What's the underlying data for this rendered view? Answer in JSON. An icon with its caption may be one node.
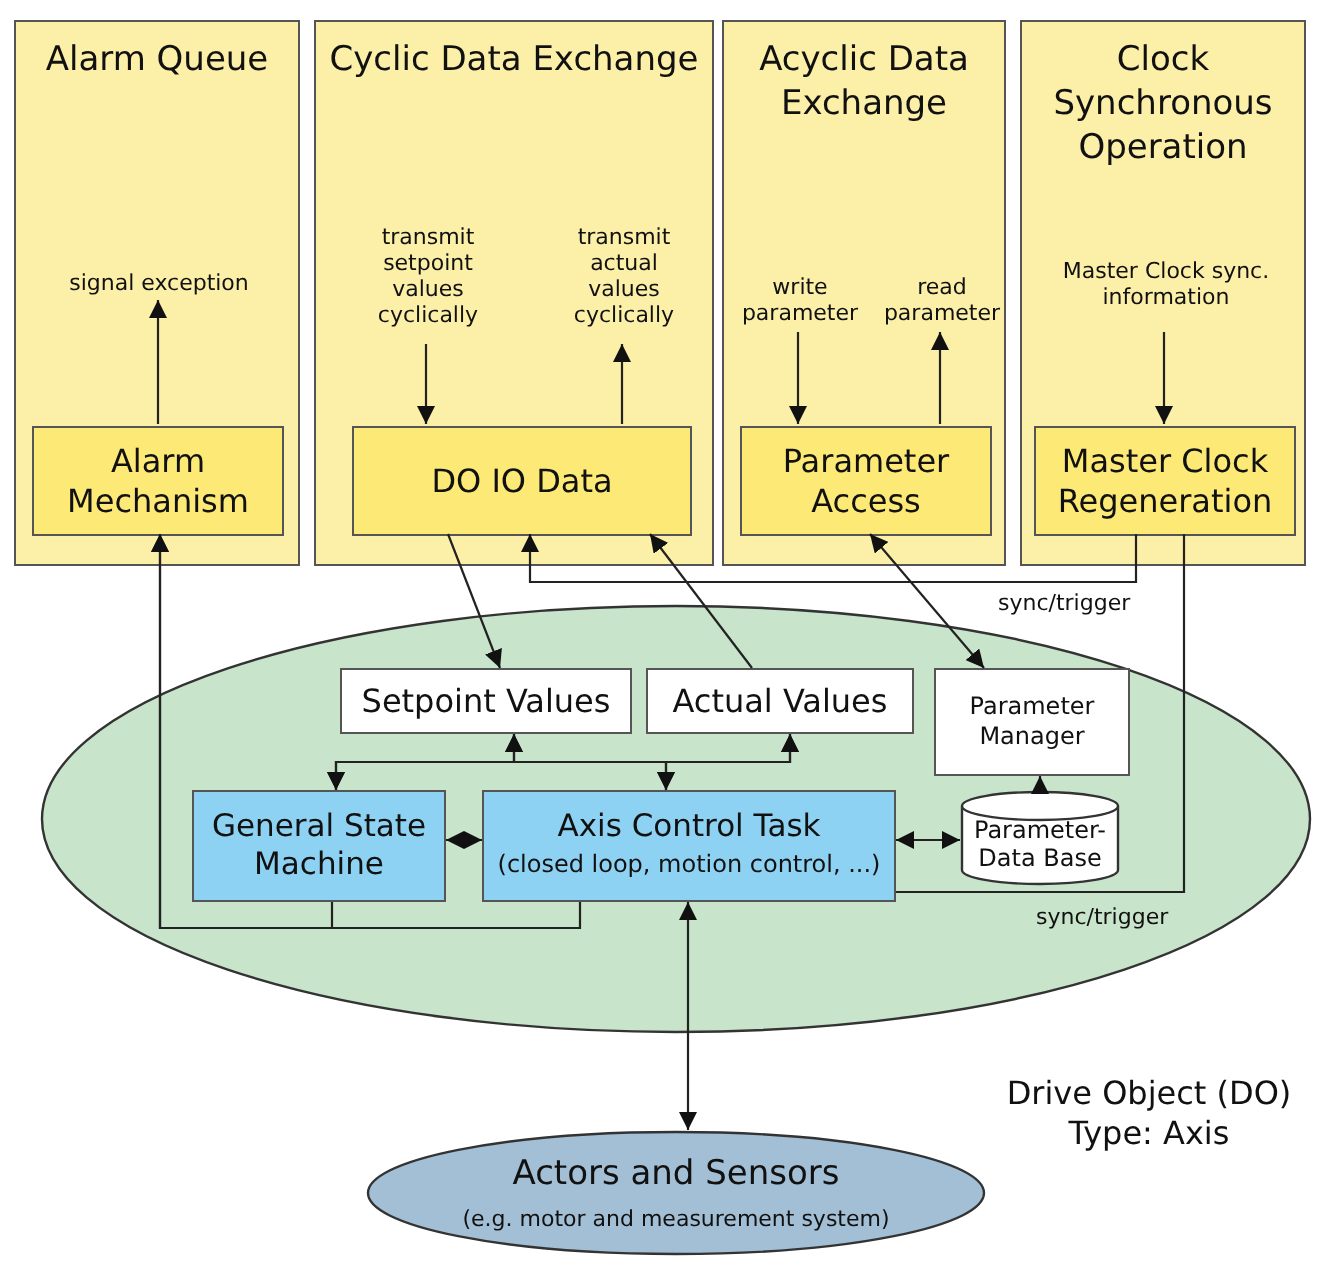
{
  "diagram": {
    "nodes": [
      {
        "text": [
          "Alarm Queue"
        ]
      },
      {
        "text": [
          "Cyclic Data Exchange"
        ]
      },
      {
        "text": [
          "Acyclic Data Exchange"
        ]
      },
      {
        "text": [
          "Clock Synchronous Operation"
        ]
      },
      {
        "text": [
          "signal exception"
        ],
        "in": 0
      },
      {
        "text": [
          "Alarm Mechanism"
        ],
        "in": 0
      },
      {
        "text": [
          "transmit setpoint values cyclically"
        ],
        "in": 1
      },
      {
        "text": [
          "transmit actual values cyclically"
        ],
        "in": 1
      },
      {
        "text": [
          "DO IO Data"
        ],
        "in": 1
      },
      {
        "text": [
          "write parameter"
        ],
        "in": 2
      },
      {
        "text": [
          "read parameter"
        ],
        "in": 2
      },
      {
        "text": [
          "Parameter Access"
        ],
        "in": 2
      },
      {
        "text": [
          "Master Clock sync. information"
        ],
        "in": 3
      },
      {
        "text": [
          "Master Clock Regeneration"
        ],
        "in": 3
      },
      {
        "text": [
          "Drive Object (DO) Type: Axis"
        ]
      },
      {
        "text": [
          "Setpoint Values"
        ],
        "in": 14
      },
      {
        "text": [
          "Actual Values"
        ],
        "in": 14
      },
      {
        "text": [
          "Parameter Manager"
        ],
        "in": 14
      },
      {
        "text": [
          "General State Machine"
        ],
        "in": 14
      },
      {
        "text": [
          "Axis Control Task",
          "(closed loop, motion control, ...)"
        ],
        "in": 14
      },
      {
        "text": [
          "Parameter- Data Base"
        ],
        "in": 14
      },
      {
        "text": [
          "Actors and Sensors",
          "(e.g. motor and measurement system)"
        ]
      }
    ],
    "edges": [
      {
        "from": 5,
        "to": 4,
        "arrow": "to"
      },
      {
        "from": 6,
        "to": 8,
        "arrow": "to"
      },
      {
        "from": 8,
        "to": 7,
        "arrow": "to"
      },
      {
        "from": 9,
        "to": 11,
        "arrow": "to"
      },
      {
        "from": 11,
        "to": 10,
        "arrow": "to"
      },
      {
        "from": 12,
        "to": 13,
        "arrow": "to"
      },
      {
        "from": 8,
        "to": 15,
        "arrow": "to"
      },
      {
        "from": 16,
        "to": 8,
        "arrow": "to"
      },
      {
        "from": 11,
        "to": 17,
        "arrow": "both"
      },
      {
        "from": 13,
        "to": 8,
        "arrow": "to",
        "label": "sync/trigger"
      },
      {
        "from": 13,
        "to": 19,
        "arrow": "none",
        "label": "sync/trigger"
      },
      {
        "from": 18,
        "to": 5,
        "arrow": "to"
      },
      {
        "from": 19,
        "to": 5,
        "arrow": "to"
      },
      {
        "from": 18,
        "to": 15,
        "arrow": "both"
      },
      {
        "from": 18,
        "to": 16,
        "arrow": "both"
      },
      {
        "from": 19,
        "to": 15,
        "arrow": "both"
      },
      {
        "from": 19,
        "to": 16,
        "arrow": "both"
      },
      {
        "from": 18,
        "to": 19,
        "arrow": "both"
      },
      {
        "from": 19,
        "to": 20,
        "arrow": "both"
      },
      {
        "from": 20,
        "to": 17,
        "arrow": "to"
      },
      {
        "from": 19,
        "to": 21,
        "arrow": "both"
      }
    ]
  }
}
